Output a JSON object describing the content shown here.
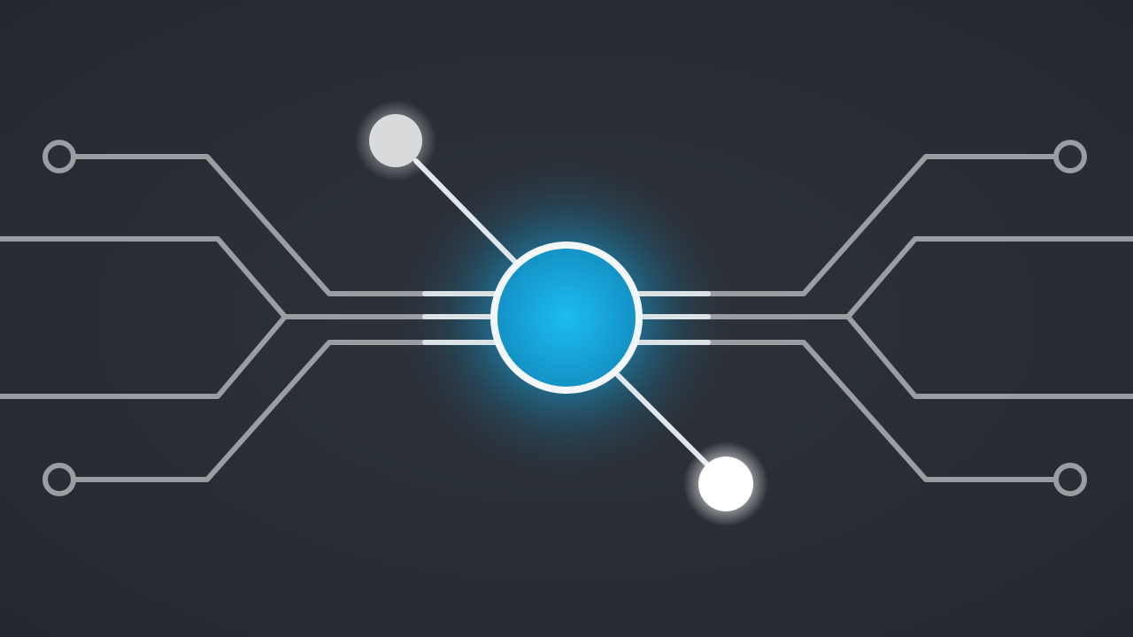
{
  "scene": {
    "background_color": "#2a2f36",
    "trace_color": "#9a9ea3",
    "glow_color": "#1fb4e8",
    "hub_fill_color": "#17a6dc",
    "hub_ring_color": "#f4f7f9",
    "node_light_color": "#d9dadb",
    "node_bright_color": "#ffffff",
    "elements": [
      "central-hub",
      "glow",
      "circuit-traces",
      "trace-terminals",
      "satellite-nodes"
    ]
  }
}
